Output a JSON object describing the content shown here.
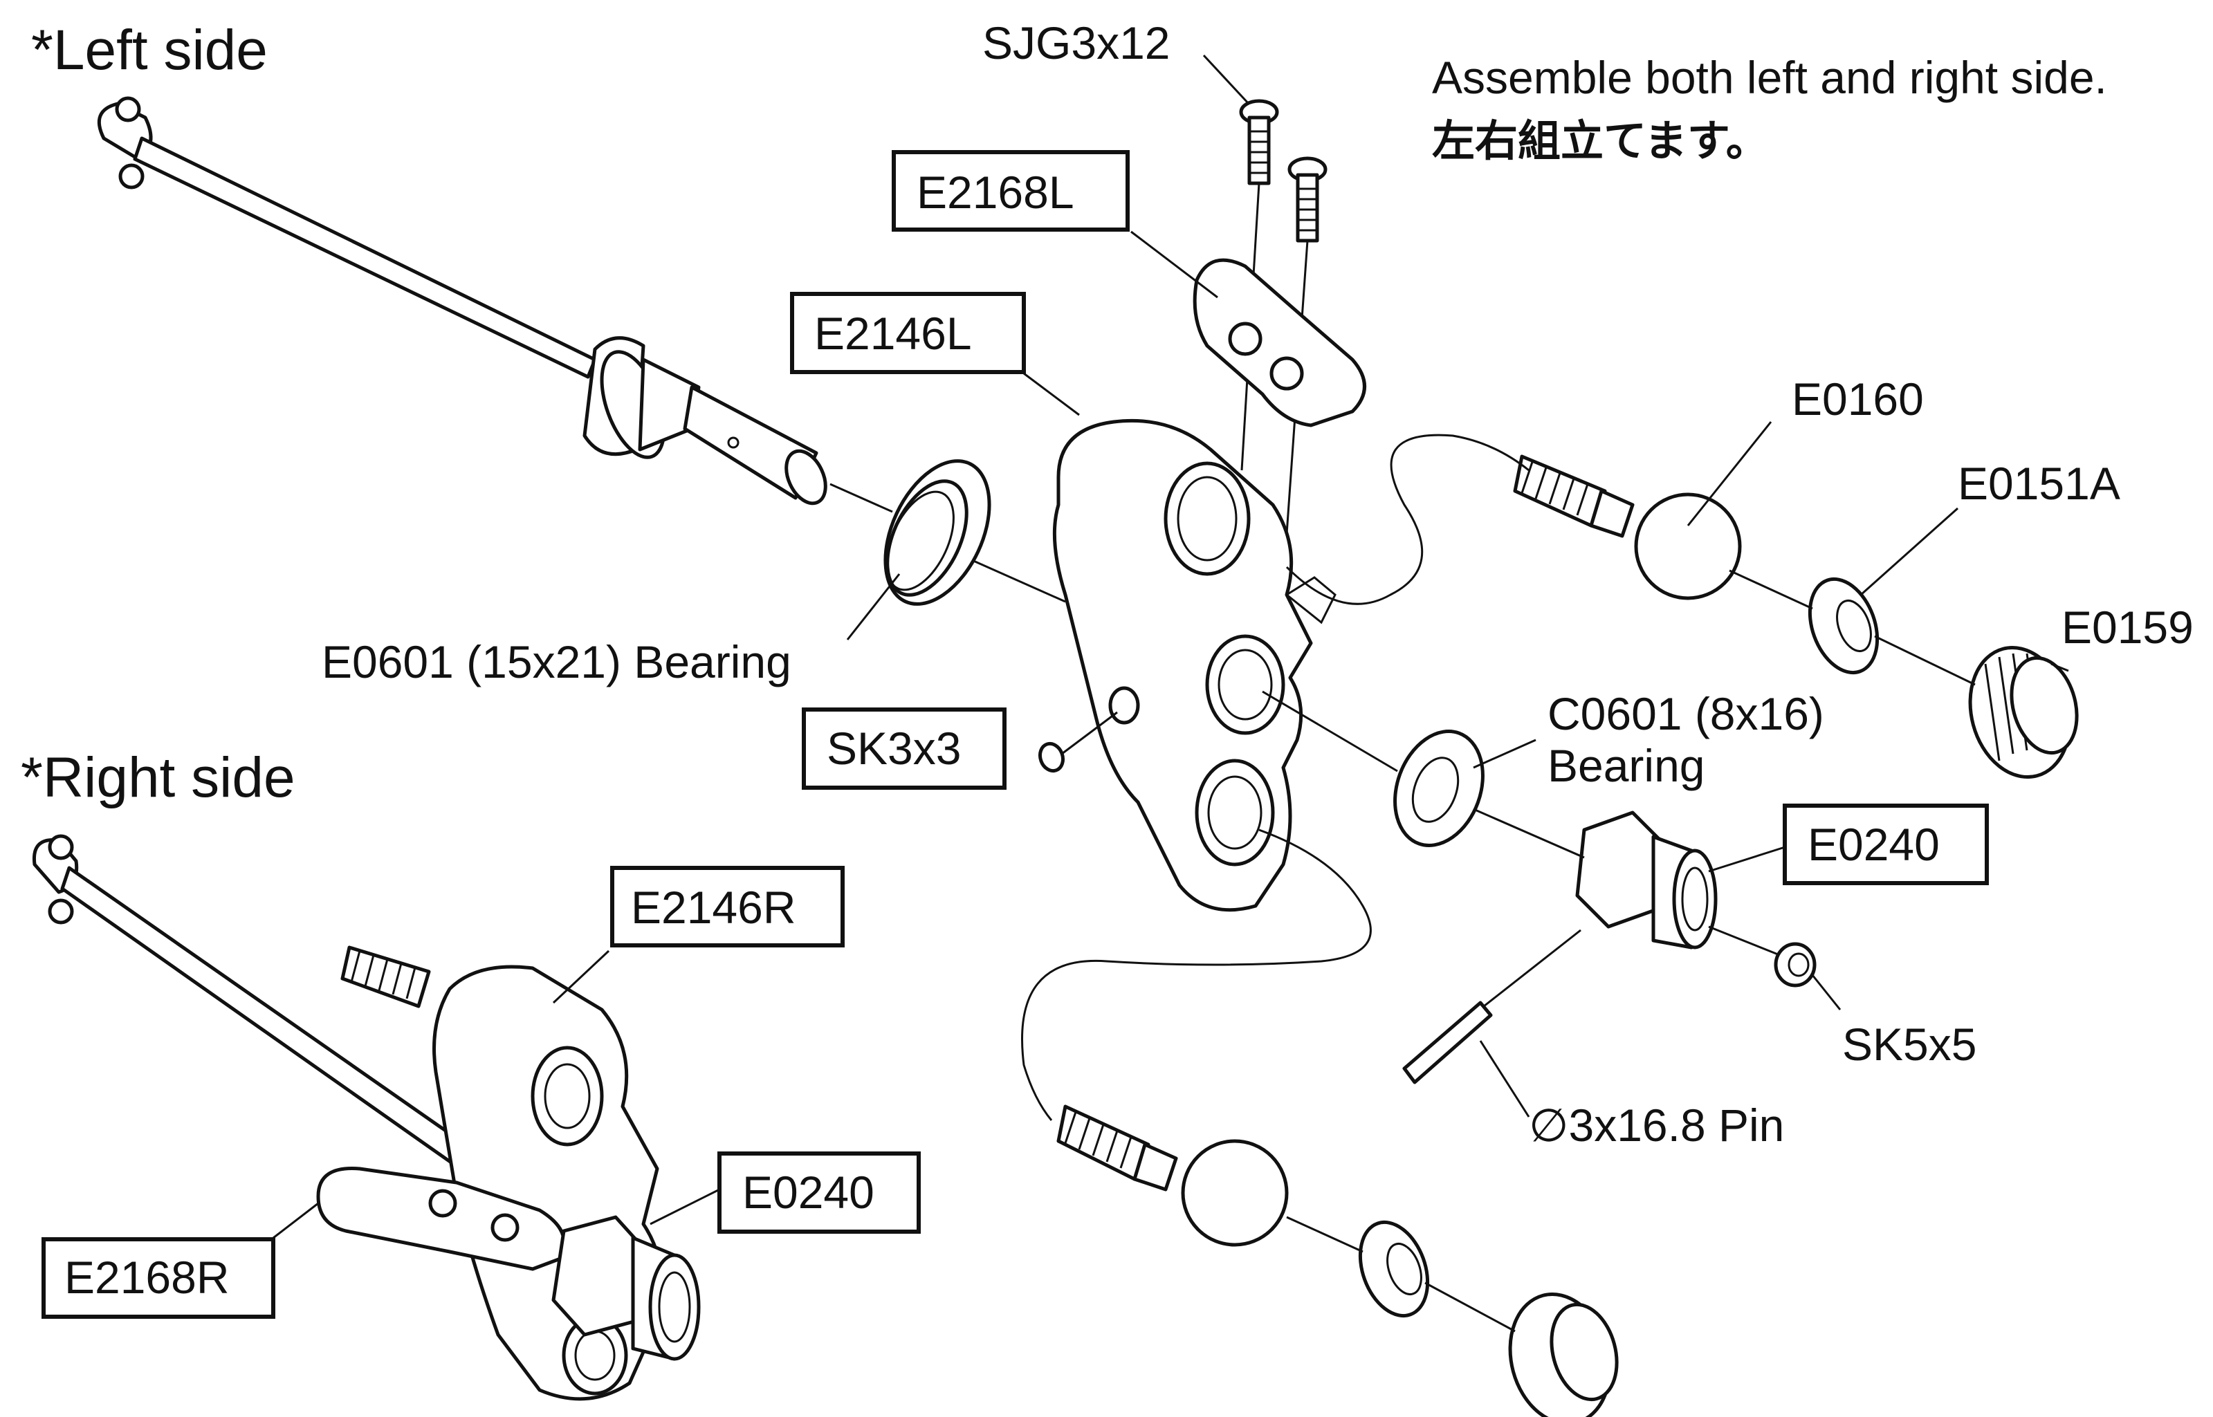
{
  "headings": {
    "left_side": "*Left side",
    "right_side": "*Right side"
  },
  "instructions": {
    "line1": "Assemble both left and right side.",
    "line2": "左右組立てます。"
  },
  "labels": {
    "sjg3x12": "SJG3x12",
    "e2168l": "E2168L",
    "e2146l": "E2146L",
    "e0160": "E0160",
    "e0151a": "E0151A",
    "e0159": "E0159",
    "e0601": "E0601 (15x21) Bearing",
    "sk3x3": "SK3x3",
    "c0601_line1": "C0601 (8x16)",
    "c0601_line2": "Bearing",
    "e0240": "E0240",
    "sk5x5": "SK5x5",
    "pin": "∅3x16.8 Pin",
    "e2146r": "E2146R",
    "e0240_right": "E0240",
    "e2168r": "E2168R"
  }
}
